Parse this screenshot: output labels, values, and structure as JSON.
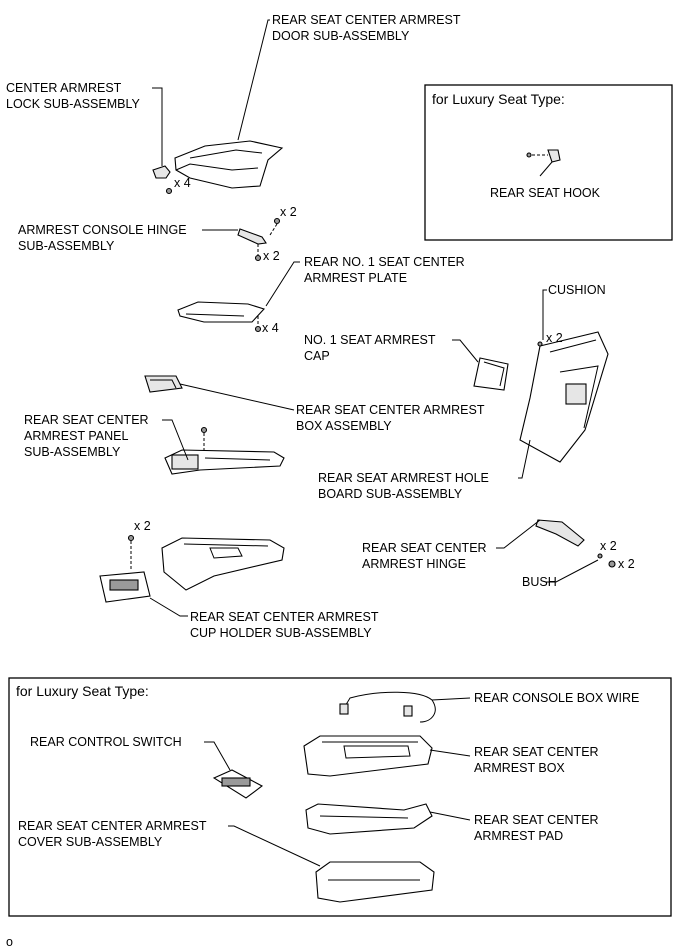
{
  "labels": {
    "door": [
      "REAR SEAT CENTER ARMREST",
      "DOOR SUB-ASSEMBLY"
    ],
    "lock": [
      "CENTER ARMREST",
      "LOCK SUB-ASSEMBLY"
    ],
    "hinge_console": [
      "ARMREST CONSOLE HINGE",
      "SUB-ASSEMBLY"
    ],
    "plate": [
      "REAR NO. 1 SEAT CENTER",
      "ARMREST PLATE"
    ],
    "cushion": [
      "CUSHION"
    ],
    "cap": [
      "NO. 1 SEAT ARMREST",
      "CAP"
    ],
    "box_assembly": [
      "REAR SEAT CENTER ARMREST",
      "BOX ASSEMBLY"
    ],
    "panel": [
      "REAR SEAT CENTER",
      "ARMREST PANEL",
      "SUB-ASSEMBLY"
    ],
    "hole_board": [
      "REAR SEAT ARMREST HOLE",
      "BOARD SUB-ASSEMBLY"
    ],
    "armrest_hinge": [
      "REAR SEAT CENTER",
      "ARMREST HINGE"
    ],
    "bush": [
      "BUSH"
    ],
    "cup_holder": [
      "REAR SEAT CENTER ARMREST",
      "CUP HOLDER SUB-ASSEMBLY"
    ],
    "rear_seat_hook": [
      "REAR SEAT HOOK"
    ],
    "console_box_wire": [
      "REAR CONSOLE BOX WIRE"
    ],
    "control_switch": [
      "REAR CONTROL SWITCH"
    ],
    "armrest_box": [
      "REAR SEAT CENTER",
      "ARMREST BOX"
    ],
    "armrest_pad": [
      "REAR SEAT CENTER",
      "ARMREST PAD"
    ],
    "cover": [
      "REAR SEAT CENTER ARMREST",
      "COVER SUB-ASSEMBLY"
    ]
  },
  "quantities": {
    "lock_screws": "x 4",
    "hinge_top": "x 2",
    "hinge_bottom": "x 2",
    "plate_screws": "x 4",
    "cushion_qty": "x 2",
    "cup_holder_screws": "x 2",
    "armrest_hinge_screws": "x 2",
    "bush_qty": "x 2"
  },
  "luxury_box_top": {
    "title": "for Luxury Seat Type:"
  },
  "luxury_box_bottom": {
    "title": "for Luxury Seat Type:"
  },
  "footer_code": "o"
}
